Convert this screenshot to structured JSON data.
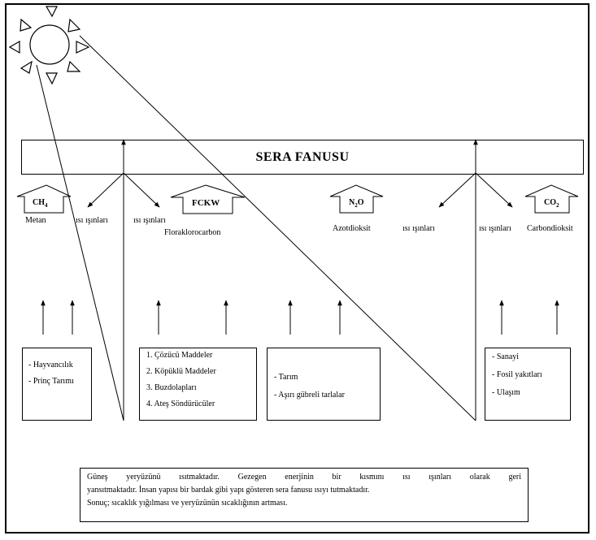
{
  "title": "SERA FANUSU",
  "gases": {
    "ch4": {
      "main": "CH",
      "sub": "4",
      "label": "Metan"
    },
    "fckw": {
      "main": "FCKW",
      "label": "Floraklorocarbon"
    },
    "n2o": {
      "main": "N",
      "sub": "2",
      "tail": "O",
      "label": "Azotdioksit"
    },
    "co2": {
      "main": "CO",
      "sub": "2",
      "label": "Carbondioksit"
    }
  },
  "rays": {
    "left_a": "ısı ışınları",
    "left_b": "ısı ışınları",
    "right_a": "ısı ışınları",
    "right_b": "ısı ışınları"
  },
  "sources": {
    "box1": [
      "- Hayvancılık",
      "- Prinç Tarımı"
    ],
    "box2": [
      "1. Çözücü Maddeler",
      "2. Köpüklü Maddeler",
      "3. Buzdolapları",
      "4. Ateş Söndürücüler"
    ],
    "box3": [
      "- Tarım",
      "- Aşırı gübreli   tarlalar"
    ],
    "box4": [
      "- Sanayi",
      "- Fosil yakıtları",
      "- Ulaşım"
    ]
  },
  "note": {
    "line1": "Güneş yeryüzünü ısıtmaktadır. Gezegen enerjinin bir kısmını ısı ışınları olarak geri",
    "line2": "yansıtmaktadır. İnsan yapısı bir bardak gibi yapı gösteren sera fanusu ısıyı tutmaktadır.",
    "line3": "Sonuç; sıcaklık yığılması ve yeryüzünün sıcaklığının artması."
  }
}
